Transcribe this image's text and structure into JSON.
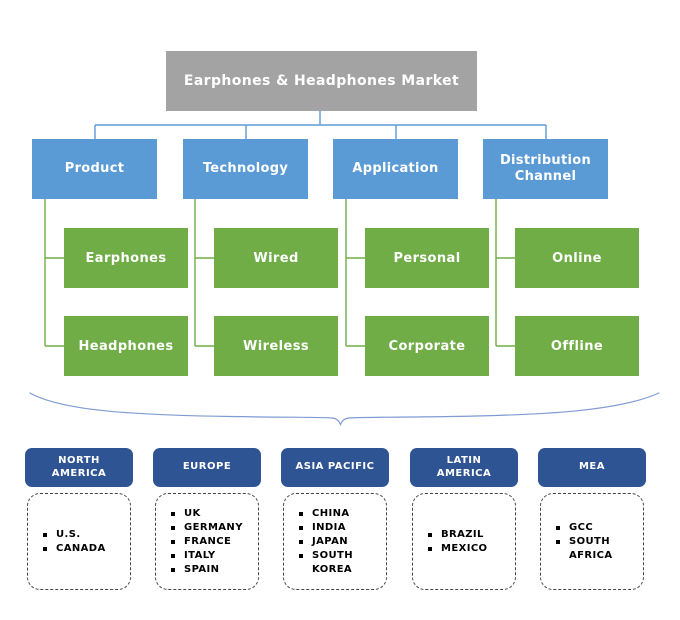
{
  "title": {
    "label": "Earphones & Headphones Market"
  },
  "branches": [
    {
      "label": "Product",
      "children": [
        "Earphones",
        "Headphones"
      ]
    },
    {
      "label": "Technology",
      "children": [
        "Wired",
        "Wireless"
      ]
    },
    {
      "label": "Application",
      "children": [
        "Personal",
        "Corporate"
      ]
    },
    {
      "label": "Distribution Channel",
      "children": [
        "Online",
        "Offline"
      ]
    }
  ],
  "regions": [
    {
      "label": "NORTH\nAMERICA",
      "countries": [
        "U.S.",
        "CANADA"
      ]
    },
    {
      "label": "EUROPE",
      "countries": [
        "UK",
        "GERMANY",
        "FRANCE",
        "ITALY",
        "SPAIN"
      ]
    },
    {
      "label": "ASIA PACIFIC",
      "countries": [
        "CHINA",
        "INDIA",
        "JAPAN",
        "SOUTH KOREA"
      ]
    },
    {
      "label": "LATIN\nAMERICA",
      "countries": [
        "BRAZIL",
        "MEXICO"
      ]
    },
    {
      "label": "MEA",
      "countries": [
        "GCC",
        "SOUTH AFRICA"
      ]
    }
  ],
  "colors": {
    "title_box": "#A3A3A3",
    "category_box": "#5B9BD5",
    "segment_box": "#70AD47",
    "region_box": "#2E5494",
    "connector_blue": "#5B9BD5",
    "connector_green": "#70AD47",
    "brace": "#7E9BD3",
    "box_text": "#FFFFFF",
    "list_text": "#000000"
  }
}
